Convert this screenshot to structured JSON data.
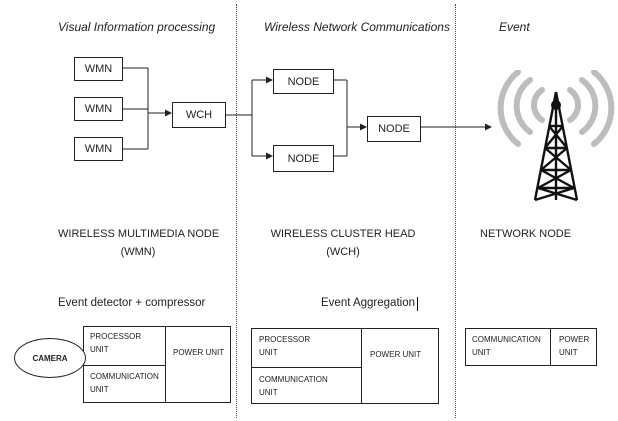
{
  "headers": {
    "visual": "Visual Information processing",
    "wireless": "Wireless Network Communications",
    "event": "Event"
  },
  "diagram": {
    "wmn_boxes": [
      "WMN",
      "WMN",
      "WMN"
    ],
    "wch_box": "WCH",
    "node_top": "NODE",
    "node_bottom": "NODE",
    "node_right": "NODE"
  },
  "descriptions": {
    "wmn_line1": "WIRELESS MULTIMEDIA NODE",
    "wmn_line2": "(WMN)",
    "wch_line1": "WIRELESS CLUSTER HEAD",
    "wch_line2": "(WCH)",
    "network_node": "NETWORK NODE"
  },
  "subtitles": {
    "left": "Event detector + compressor",
    "middle": "Event Aggregation"
  },
  "units": {
    "camera": "CAMERA",
    "left": {
      "processor_line1": "PROCESSOR",
      "processor_line2": "UNIT",
      "communication_line1": "COMMUNICATION",
      "communication_line2": "UNIT",
      "power": "POWER UNIT"
    },
    "middle": {
      "processor_line1": "PROCESSOR",
      "processor_line2": "UNIT",
      "communication_line1": "COMMUNICATION",
      "communication_line2": "UNIT",
      "power": "POWER UNIT"
    },
    "right": {
      "communication_line1": "COMMUNICATION",
      "communication_line2": "UNIT",
      "power_line1": "POWER",
      "power_line2": "UNIT"
    }
  },
  "colors": {
    "line": "#222222",
    "tower_waves": "#bdbdbd",
    "tower": "#111111"
  }
}
